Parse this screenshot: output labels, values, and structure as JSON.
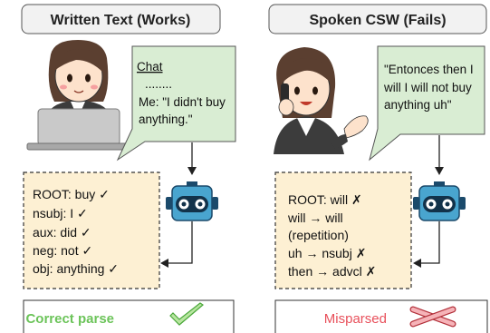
{
  "panels": {
    "left": {
      "title": "Written Text (Works)",
      "bubble": {
        "heading": "Chat",
        "ellipsis": "........",
        "line1": "Me: \"I didn't buy",
        "line2": "anything.\""
      },
      "parse": [
        "ROOT: buy ✓",
        "nsubj: I ✓",
        "aux: did ✓",
        "neg: not ✓",
        "obj: anything ✓"
      ],
      "result": {
        "label": "Correct parse",
        "color": "#6cc45a"
      }
    },
    "right": {
      "title": "Spoken CSW (Fails)",
      "bubble": {
        "line1": "\"Entonces then I",
        "line2": "will I will not buy",
        "line3": "anything uh\""
      },
      "parse": [
        "ROOT: will  ✗",
        "will → will",
        "(repetition)",
        "uh → nsubj ✗",
        "then → advcl ✗"
      ],
      "result": {
        "label": "Misparsed",
        "color": "#e8505b"
      }
    }
  },
  "icons": [
    "person-at-laptop-icon",
    "person-on-phone-icon",
    "robot-icon",
    "checkmark-icon",
    "cross-icon"
  ]
}
